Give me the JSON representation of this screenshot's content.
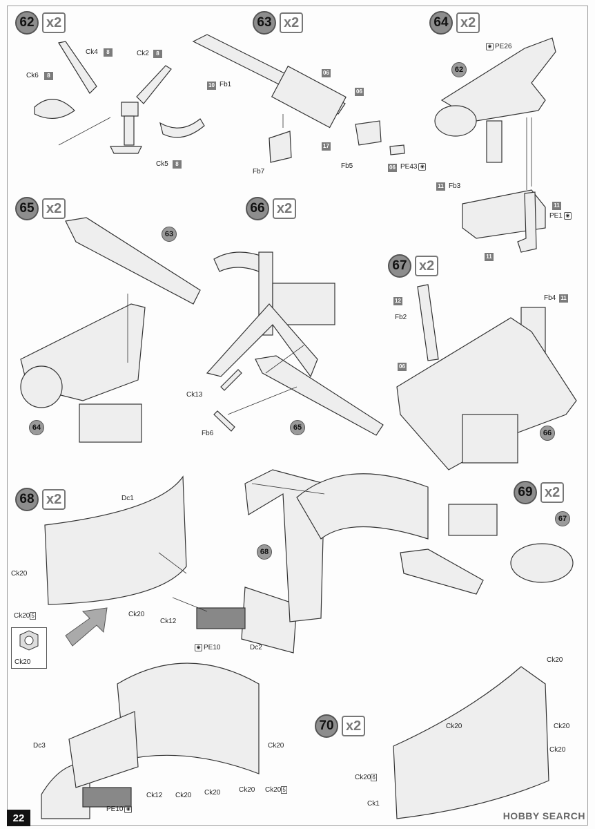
{
  "page_number": "22",
  "watermark": "HOBBY SEARCH",
  "steps": [
    {
      "num": "62",
      "qty": "x2"
    },
    {
      "num": "63",
      "qty": "x2"
    },
    {
      "num": "64",
      "qty": "x2"
    },
    {
      "num": "65",
      "qty": "x2"
    },
    {
      "num": "66",
      "qty": "x2"
    },
    {
      "num": "67",
      "qty": "x2"
    },
    {
      "num": "68",
      "qty": "x2"
    },
    {
      "num": "69",
      "qty": "x2"
    },
    {
      "num": "70",
      "qty": "x2"
    }
  ],
  "part_labels": {
    "ck4": "Ck4",
    "ck2": "Ck2",
    "ck6": "Ck6",
    "ck5": "Ck5",
    "fb1": "Fb1",
    "fb7": "Fb7",
    "fb5": "Fb5",
    "pe43": "PE43",
    "pe26": "PE26",
    "fb3": "Fb3",
    "pe1": "PE1",
    "ck13": "Ck13",
    "fb6": "Fb6",
    "fb2": "Fb2",
    "fb4": "Fb4",
    "dc1": "Dc1",
    "ck20": "Ck20",
    "ck12": "Ck12",
    "pe10": "PE10",
    "dc2": "Dc2",
    "dc3": "Dc3",
    "ck1": "Ck1"
  },
  "sprue_tags": {
    "s8": "8",
    "s10": "10",
    "s06": "06",
    "s17": "17",
    "s11": "11",
    "s12": "12"
  },
  "multipliers": {
    "m5": "5",
    "m6": "6"
  },
  "refs": {
    "r62": "62",
    "r63": "63",
    "r64": "64",
    "r65": "65",
    "r66": "66",
    "r67": "67",
    "r68": "68"
  },
  "pe_icon": "◉"
}
